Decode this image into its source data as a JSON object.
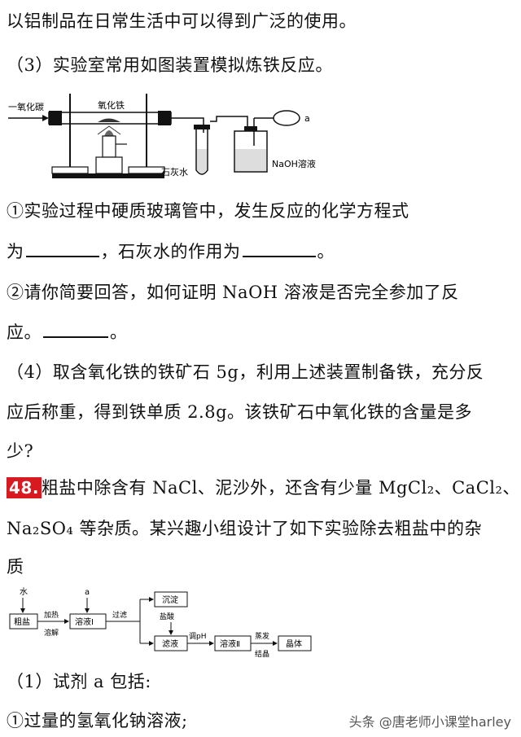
{
  "text": {
    "l1": "以铝制品在日常生活中可以得到广泛的使用。",
    "l2": "（3）实验室常用如图装置模拟炼铁反应。",
    "l3": "①实验过程中硬质玻璃管中，发生反应的化学方程式",
    "l4a": "为",
    "l4b": "，石灰水的作用为",
    "l4c": "。",
    "l5": "②请你简要回答，如何证明 NaOH 溶液是否完全参加了反",
    "l6a": "应。",
    "l6b": "。",
    "l7": "（4）取含氧化铁的铁矿石 5g，利用上述装置制备铁，充分反",
    "l8": "应后称重，得到铁单质 2.8g。该铁矿石中氧化铁的含量是多",
    "l9": "少?",
    "q48num": "48.",
    "l10": "粗盐中除含有 NaCl、泥沙外，还含有少量 MgCl₂、CaCl₂、",
    "l11": "Na₂SO₄ 等杂质。某兴趣小组设计了如下实验除去粗盐中的杂",
    "l12": "质",
    "l13": "（1）试剂 a 包括:",
    "l14": "①过量的氢氧化钠溶液;"
  },
  "apparatus": {
    "co_label": "一氧化碳",
    "fe2o3_label": "氧化铁",
    "limewater_label": "石灰水",
    "naoh_label": "NaOH溶液",
    "outlet_label": "a"
  },
  "flow": {
    "water": "水",
    "reagent_a": "a",
    "crude_salt": "粗盐",
    "heat": "加热",
    "dissolve": "溶解",
    "solution1": "溶液Ⅰ",
    "filter": "过滤",
    "precipitate": "沉淀",
    "hcl": "盐酸",
    "filtrate": "滤液",
    "adjust_ph": "调pH",
    "solution2": "溶液Ⅱ",
    "evaporate": "蒸发",
    "crystallize": "结晶",
    "crystal": "晶体"
  },
  "watermark": "头条 @唐老师小课堂harley"
}
